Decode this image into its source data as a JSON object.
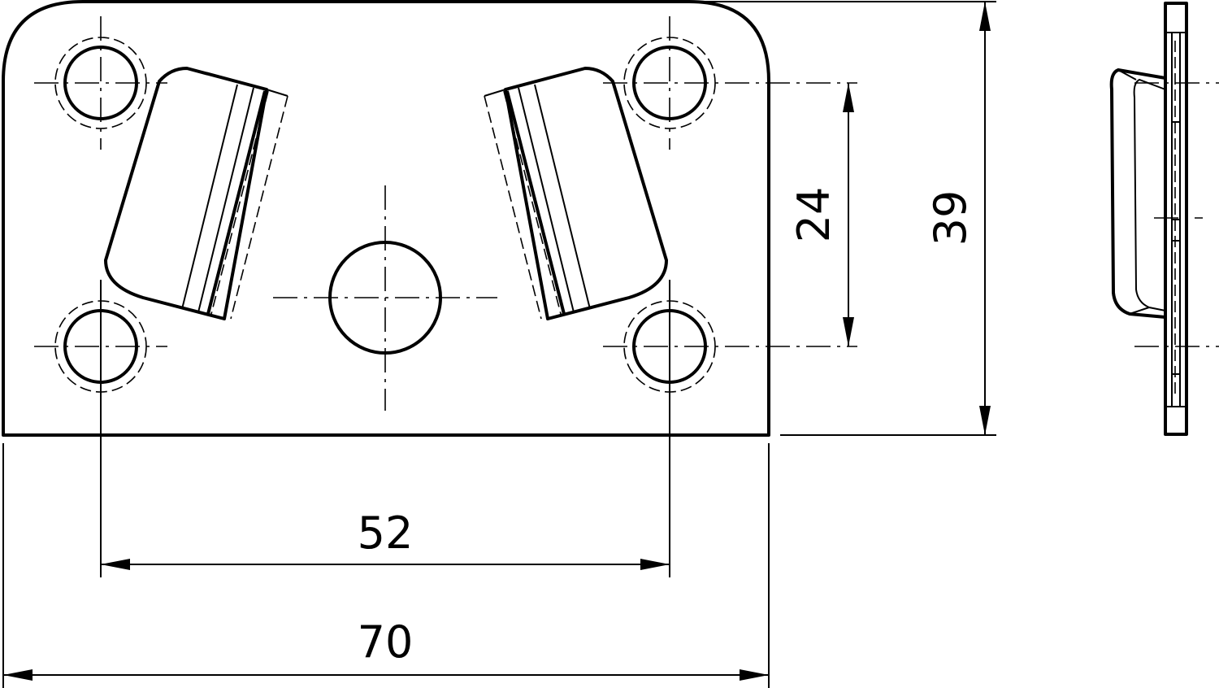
{
  "dimensions": {
    "hole_spacing_horizontal": "52",
    "plate_width": "70",
    "hole_spacing_vertical": "24",
    "plate_height": "39"
  }
}
